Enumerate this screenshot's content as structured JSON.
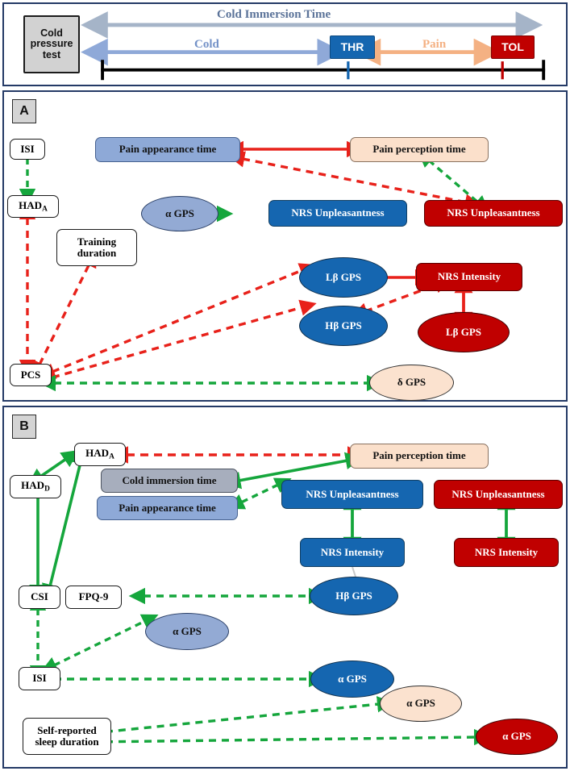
{
  "figure": {
    "panels": [
      "A",
      "B"
    ]
  },
  "timeline": {
    "method_box": "Cold pressure test",
    "title_label": "Cold Immersion Time",
    "cold_label": "Cold",
    "pain_label": "Pain",
    "thr_label": "THR",
    "tol_label": "TOL",
    "colors": {
      "immersion_arrow": "#a5b4c8",
      "immersion_text": "#5b7399",
      "cold_arrow": "#8fa9d8",
      "cold_text": "#7391c7",
      "pain_arrow": "#f4b183",
      "pain_text": "#f4b183",
      "thr_fill": "#1566b0",
      "tol_fill": "#c00000",
      "axis": "#000000"
    }
  },
  "panel_a": {
    "letter": "A",
    "nodes": [
      {
        "id": "a-isi",
        "label": "ISI",
        "style": "white"
      },
      {
        "id": "a-hada",
        "label": "HAD",
        "sub": "A",
        "style": "white"
      },
      {
        "id": "a-training",
        "label": "Training duration",
        "style": "white"
      },
      {
        "id": "a-pcs",
        "label": "PCS",
        "style": "white"
      },
      {
        "id": "a-pain-appear",
        "label": "Pain appearance time",
        "style": "blue-light"
      },
      {
        "id": "a-pain-percept",
        "label": "Pain perception time",
        "style": "peach"
      },
      {
        "id": "a-alpha-gps",
        "label": "α GPS",
        "style": "lightblue-ellipse"
      },
      {
        "id": "a-nrs-unpl-blue",
        "label": "NRS Unpleasantness",
        "style": "blue-dark"
      },
      {
        "id": "a-nrs-unpl-red",
        "label": "NRS Unpleasantness",
        "style": "red"
      },
      {
        "id": "a-lbeta-blue",
        "label": "Lβ GPS",
        "style": "blue-ellipse"
      },
      {
        "id": "a-hbeta-blue",
        "label": "Hβ GPS",
        "style": "blue-ellipse"
      },
      {
        "id": "a-nrs-int-red",
        "label": "NRS Intensity",
        "style": "red"
      },
      {
        "id": "a-lbeta-red",
        "label": "Lβ GPS",
        "style": "red-ellipse"
      },
      {
        "id": "a-delta-gps",
        "label": "δ  GPS",
        "style": "peach-ellipse"
      }
    ],
    "edges": [
      {
        "from": "a-isi",
        "to": "a-hada",
        "color": "green",
        "dash": true,
        "heads": "both"
      },
      {
        "from": "a-hada",
        "to": "a-pcs",
        "color": "red",
        "dash": true,
        "heads": "both"
      },
      {
        "from": "a-pcs",
        "to": "a-training",
        "color": "red",
        "dash": true,
        "heads": "both"
      },
      {
        "from": "a-pain-appear",
        "to": "a-pain-percept",
        "color": "red",
        "dash": false,
        "heads": "both"
      },
      {
        "from": "a-pain-appear",
        "to": "a-nrs-unpl-red",
        "color": "red",
        "dash": true,
        "heads": "both"
      },
      {
        "from": "a-pain-percept",
        "to": "a-nrs-unpl-red",
        "color": "green",
        "dash": true,
        "heads": "both"
      },
      {
        "from": "a-alpha-gps",
        "to": "a-nrs-unpl-blue",
        "color": "green",
        "dash": true,
        "heads": "both"
      },
      {
        "from": "a-lbeta-blue",
        "to": "a-nrs-int-red",
        "color": "red",
        "dash": false,
        "heads": "both"
      },
      {
        "from": "a-hbeta-blue",
        "to": "a-nrs-int-red",
        "color": "red",
        "dash": true,
        "heads": "both"
      },
      {
        "from": "a-nrs-int-red",
        "to": "a-lbeta-red",
        "color": "red",
        "dash": false,
        "heads": "both"
      },
      {
        "from": "a-pcs",
        "to": "a-lbeta-blue",
        "color": "red",
        "dash": true,
        "heads": "both"
      },
      {
        "from": "a-pcs",
        "to": "a-hbeta-blue",
        "color": "red",
        "dash": true,
        "heads": "both"
      },
      {
        "from": "a-pcs",
        "to": "a-delta-gps",
        "color": "green",
        "dash": true,
        "heads": "both"
      }
    ]
  },
  "panel_b": {
    "letter": "B",
    "nodes": [
      {
        "id": "b-hada",
        "label": "HAD",
        "sub": "A",
        "style": "white"
      },
      {
        "id": "b-hadd",
        "label": "HAD",
        "sub": "D",
        "style": "white"
      },
      {
        "id": "b-csi",
        "label": "CSI",
        "style": "white"
      },
      {
        "id": "b-fpq9",
        "label": "FPQ-9",
        "style": "white"
      },
      {
        "id": "b-isi",
        "label": "ISI",
        "style": "white"
      },
      {
        "id": "b-sleep",
        "label": "Self-reported sleep duration",
        "style": "white"
      },
      {
        "id": "b-cold-immersion",
        "label": "Cold immersion time",
        "style": "graysteel"
      },
      {
        "id": "b-pain-appear",
        "label": "Pain appearance time",
        "style": "blue-light"
      },
      {
        "id": "b-pain-percept",
        "label": "Pain perception time",
        "style": "peach"
      },
      {
        "id": "b-nrs-unpl-blue",
        "label": "NRS Unpleasantness",
        "style": "blue-dark"
      },
      {
        "id": "b-nrs-unpl-red",
        "label": "NRS Unpleasantness",
        "style": "red"
      },
      {
        "id": "b-nrs-int-blue",
        "label": "NRS Intensity",
        "style": "blue-dark"
      },
      {
        "id": "b-nrs-int-red",
        "label": "NRS Intensity",
        "style": "red"
      },
      {
        "id": "b-hbeta-blue",
        "label": "Hβ GPS",
        "style": "blue-ellipse"
      },
      {
        "id": "b-alpha-light",
        "label": "α GPS",
        "style": "lightblue-ellipse"
      },
      {
        "id": "b-alpha-blue",
        "label": "α GPS",
        "style": "blue-ellipse"
      },
      {
        "id": "b-alpha-peach",
        "label": "α GPS",
        "style": "peach-ellipse"
      },
      {
        "id": "b-alpha-red",
        "label": "α GPS",
        "style": "red-ellipse"
      }
    ],
    "edges": [
      {
        "from": "b-hada",
        "to": "b-pain-percept",
        "color": "red",
        "dash": true,
        "heads": "both"
      },
      {
        "from": "b-hada",
        "to": "b-hadd",
        "color": "green",
        "dash": false,
        "heads": "both"
      },
      {
        "from": "b-hada",
        "to": "b-csi",
        "color": "green",
        "dash": false,
        "heads": "both"
      },
      {
        "from": "b-hadd",
        "to": "b-csi",
        "color": "green",
        "dash": false,
        "heads": "both"
      },
      {
        "from": "b-pain-percept",
        "to": "b-cold-immersion",
        "color": "green",
        "dash": false,
        "heads": "both"
      },
      {
        "from": "b-nrs-unpl-blue",
        "to": "b-pain-appear",
        "color": "green",
        "dash": true,
        "heads": "both"
      },
      {
        "from": "b-nrs-unpl-blue",
        "to": "b-nrs-int-blue",
        "color": "green",
        "dash": false,
        "heads": "both"
      },
      {
        "from": "b-nrs-unpl-red",
        "to": "b-nrs-int-red",
        "color": "green",
        "dash": false,
        "heads": "both"
      },
      {
        "from": "b-nrs-int-blue",
        "to": "b-hbeta-blue",
        "color": "gray",
        "dash": false,
        "heads": "none"
      },
      {
        "from": "b-fpq9",
        "to": "b-hbeta-blue",
        "color": "green",
        "dash": true,
        "heads": "both"
      },
      {
        "from": "b-csi",
        "to": "b-isi",
        "color": "green",
        "dash": true,
        "heads": "both"
      },
      {
        "from": "b-isi",
        "to": "b-alpha-light",
        "color": "green",
        "dash": true,
        "heads": "both"
      },
      {
        "from": "b-isi",
        "to": "b-alpha-blue",
        "color": "green",
        "dash": true,
        "heads": "both"
      },
      {
        "from": "b-sleep",
        "to": "b-alpha-peach",
        "color": "green",
        "dash": true,
        "heads": "both"
      },
      {
        "from": "b-sleep",
        "to": "b-alpha-red",
        "color": "green",
        "dash": true,
        "heads": "both"
      }
    ]
  },
  "legend_colors": {
    "red_edge": "#e8211a",
    "green_edge": "#15a63c",
    "gray_edge": "#b9b9b9"
  }
}
